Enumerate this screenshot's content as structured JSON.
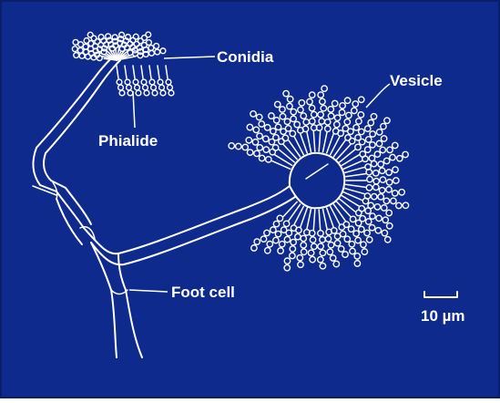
{
  "colors": {
    "background": "#0e2a8c",
    "frame": "#0a1f6a",
    "ink": "#ffffff"
  },
  "labels": {
    "conidia": "Conidia",
    "vesicle": "Vesicle",
    "phialide": "Phialide",
    "foot_cell": "Foot cell"
  },
  "scale_bar": {
    "label": "10 µm"
  }
}
